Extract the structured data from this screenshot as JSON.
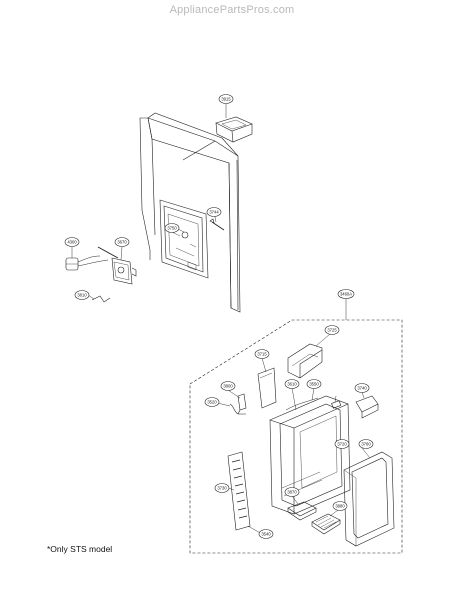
{
  "watermark": "AppliancePartsPros.com",
  "footnote": "*Only STS model",
  "callouts": [
    {
      "id": "top-bin",
      "label": "3915"
    },
    {
      "id": "screw-upper",
      "label": "3744"
    },
    {
      "id": "dispenser-recess",
      "label": "3750"
    },
    {
      "id": "heater-lamp",
      "label": "4300"
    },
    {
      "id": "solenoid-motor",
      "label": "3670"
    },
    {
      "id": "wire-harness",
      "label": "3810"
    },
    {
      "id": "assembly-group",
      "label": "3460A"
    },
    {
      "id": "duct-upper",
      "label": "3725"
    },
    {
      "id": "flap-panel",
      "label": "3715"
    },
    {
      "id": "lever-small",
      "label": "3800"
    },
    {
      "id": "spring-clip",
      "label": "3520"
    },
    {
      "id": "harness-center",
      "label": "3610"
    },
    {
      "id": "connector-center",
      "label": "3550"
    },
    {
      "id": "switch-right",
      "label": "3740"
    },
    {
      "id": "housing-right",
      "label": "3720"
    },
    {
      "id": "frame-panel",
      "label": "3760"
    },
    {
      "id": "control-pcb",
      "label": "3730"
    },
    {
      "id": "drip-tray",
      "label": "3870"
    },
    {
      "id": "grille",
      "label": "3880"
    },
    {
      "id": "pcb-screw",
      "label": "3540"
    }
  ]
}
